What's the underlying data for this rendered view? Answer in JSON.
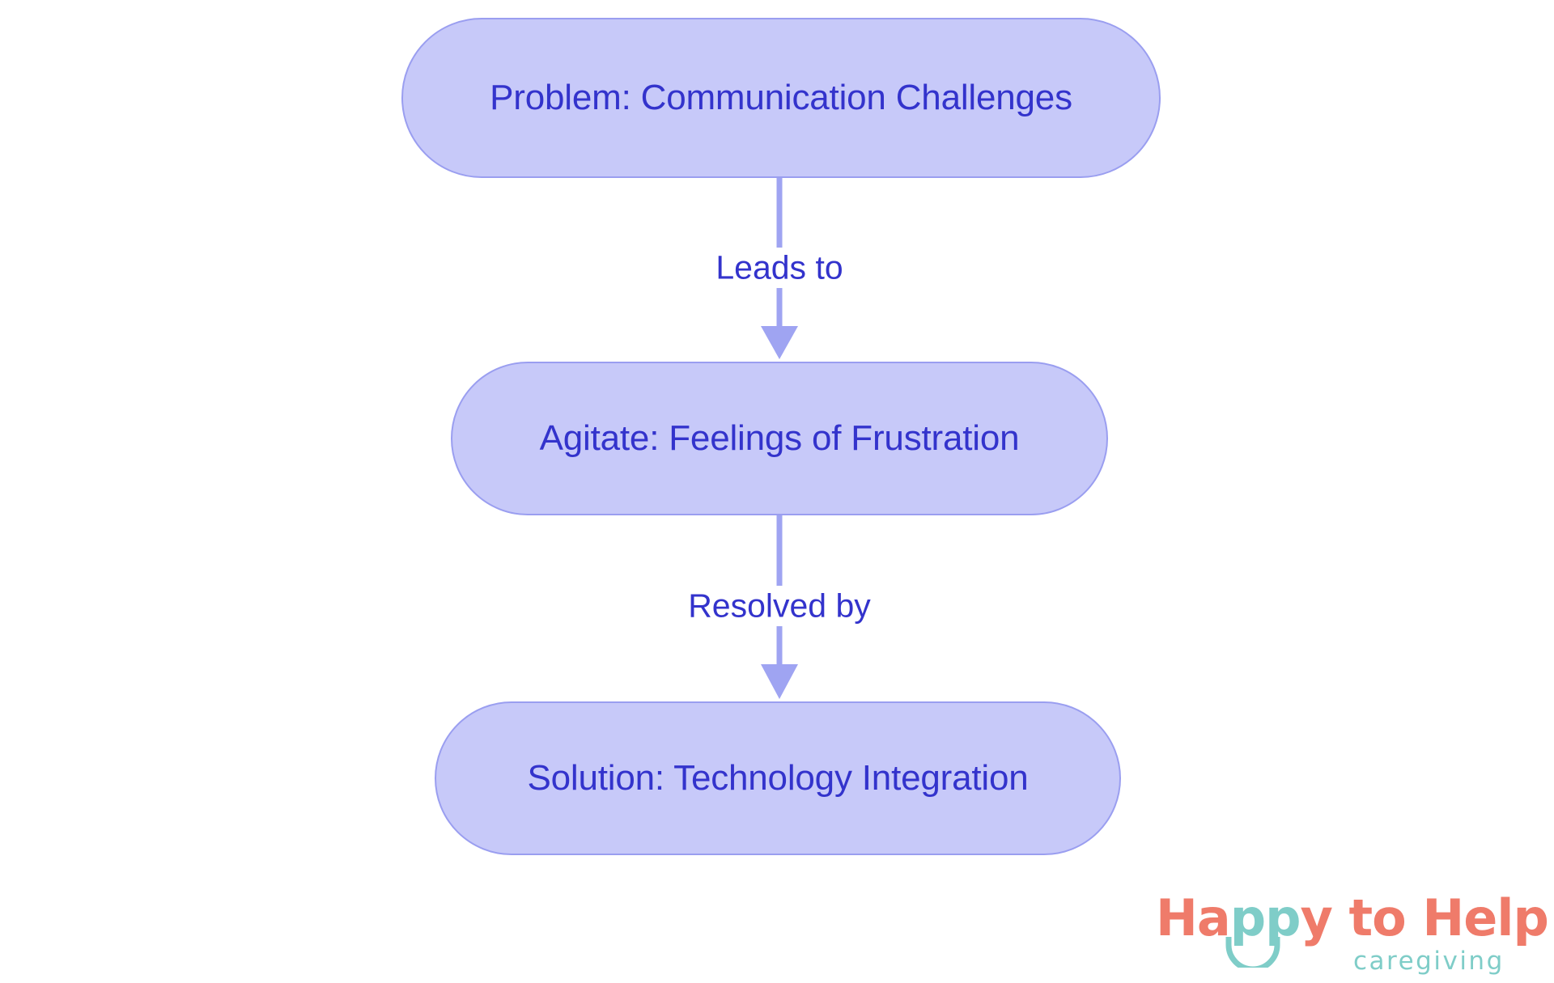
{
  "diagram": {
    "type": "flowchart",
    "orientation": "top-to-bottom",
    "background_color": "#ffffff",
    "node_fill_color": "#c7c9f9",
    "node_border_color": "#9a9ef0",
    "node_text_color": "#3333cc",
    "edge_color": "#9fa4f2",
    "nodes": [
      {
        "id": "problem",
        "label": "Problem: Communication Challenges"
      },
      {
        "id": "agitate",
        "label": "Agitate: Feelings of Frustration"
      },
      {
        "id": "solution",
        "label": "Solution: Technology Integration"
      }
    ],
    "edges": [
      {
        "from": "problem",
        "to": "agitate",
        "label": "Leads to"
      },
      {
        "from": "agitate",
        "to": "solution",
        "label": "Resolved by"
      }
    ]
  },
  "brand": {
    "wordmark": {
      "part1": "Ha",
      "part2": "pp",
      "part3": "y to Help"
    },
    "tagline": "caregiving",
    "colors": {
      "coral": "#ef7b6a",
      "teal": "#7fcdc8"
    }
  }
}
